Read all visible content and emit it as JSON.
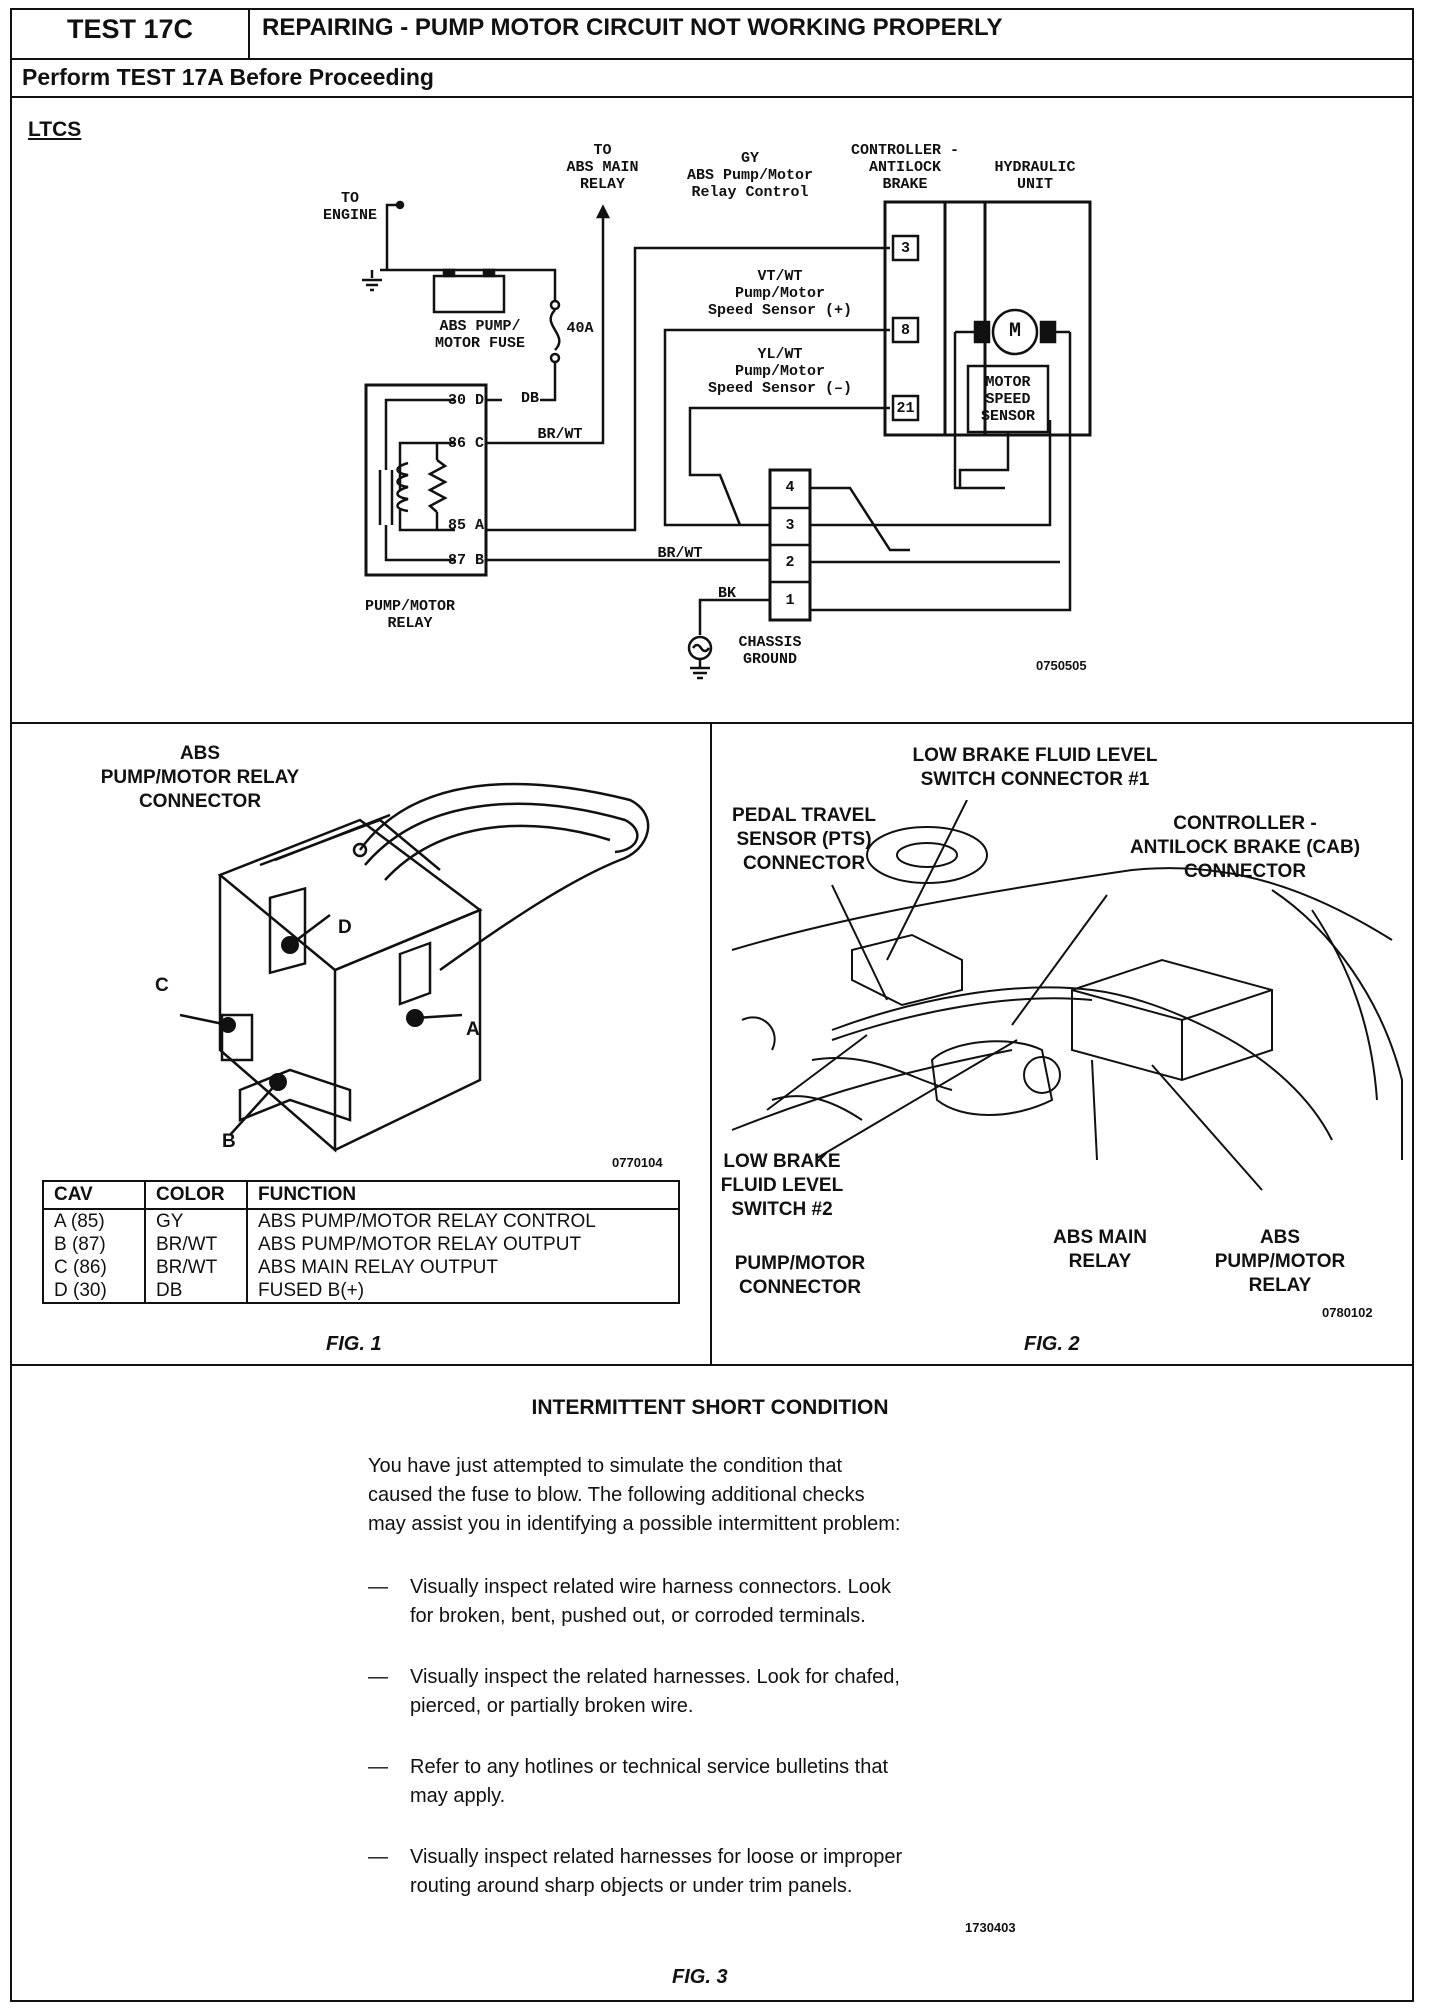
{
  "header": {
    "test_id": "TEST 17C",
    "title": "REPAIRING - PUMP MOTOR CIRCUIT NOT WORKING PROPERLY",
    "prerequisite": "Perform TEST 17A Before Proceeding"
  },
  "schematic": {
    "section_label": "LTCS",
    "to_engine": [
      "TO",
      "ENGINE"
    ],
    "to_abs_main_relay": [
      "TO",
      "ABS MAIN",
      "RELAY"
    ],
    "controller": [
      "CONTROLLER -",
      "ANTILOCK",
      "BRAKE"
    ],
    "hydraulic_unit": [
      "HYDRAULIC",
      "UNIT"
    ],
    "gy_label": [
      "GY",
      "ABS Pump/Motor",
      "Relay Control"
    ],
    "vtwt_label": [
      "VT/WT",
      "Pump/Motor",
      "Speed Sensor (+)"
    ],
    "ylwt_label": [
      "YL/WT",
      "Pump/Motor",
      "Speed Sensor (–)"
    ],
    "controller_pins": [
      "3",
      "8",
      "21"
    ],
    "fuse_label": [
      "ABS PUMP/",
      "MOTOR FUSE"
    ],
    "fuse_rating": "40A",
    "relay_pins": [
      {
        "num": "30",
        "letter": "D"
      },
      {
        "num": "86",
        "letter": "C"
      },
      {
        "num": "85",
        "letter": "A"
      },
      {
        "num": "87",
        "letter": "B"
      }
    ],
    "wire_db": "DB",
    "wire_brwt_upper": "BR/WT",
    "wire_brwt_lower": "BR/WT",
    "wire_bk": "BK",
    "relay_label": [
      "PUMP/MOTOR",
      "RELAY"
    ],
    "connector_pins": [
      "4",
      "3",
      "2",
      "1"
    ],
    "motor_symbol": "M",
    "motor_speed_sensor": [
      "MOTOR",
      "SPEED",
      "SENSOR"
    ],
    "chassis_ground": [
      "CHASSIS",
      "GROUND"
    ],
    "figure_code": "0750505"
  },
  "fig1": {
    "title": [
      "ABS",
      "PUMP/MOTOR RELAY",
      "CONNECTOR"
    ],
    "callouts": [
      "A",
      "B",
      "C",
      "D"
    ],
    "figure_code": "0770104",
    "table": {
      "headers": [
        "CAV",
        "COLOR",
        "FUNCTION"
      ],
      "rows": [
        [
          "A (85)",
          "GY",
          "ABS PUMP/MOTOR RELAY CONTROL"
        ],
        [
          "B (87)",
          "BR/WT",
          "ABS PUMP/MOTOR RELAY OUTPUT"
        ],
        [
          "C (86)",
          "BR/WT",
          "ABS MAIN RELAY OUTPUT"
        ],
        [
          "D (30)",
          "DB",
          "FUSED B(+)"
        ]
      ]
    },
    "caption": "FIG. 1"
  },
  "fig2": {
    "labels": {
      "lbfl1": [
        "LOW BRAKE FLUID LEVEL",
        "SWITCH CONNECTOR #1"
      ],
      "pts": [
        "PEDAL TRAVEL",
        "SENSOR (PTS)",
        "CONNECTOR"
      ],
      "cab": [
        "CONTROLLER -",
        "ANTILOCK BRAKE (CAB)",
        "CONNECTOR"
      ],
      "lbfl2": [
        "LOW BRAKE",
        "FLUID LEVEL",
        "SWITCH #2"
      ],
      "pump_conn": [
        "PUMP/MOTOR",
        "CONNECTOR"
      ],
      "abs_main": [
        "ABS MAIN",
        "RELAY"
      ],
      "abs_pump": [
        "ABS",
        "PUMP/MOTOR",
        "RELAY"
      ]
    },
    "figure_code": "0780102",
    "caption": "FIG. 2"
  },
  "fig3": {
    "heading": "INTERMITTENT SHORT CONDITION",
    "intro": [
      "You have just attempted to simulate the condition that",
      "caused the fuse to blow. The following additional checks",
      "may assist you in identifying a possible intermittent problem:"
    ],
    "bullets": [
      [
        "Visually inspect related wire harness connectors. Look",
        "for broken, bent, pushed out, or corroded terminals."
      ],
      [
        "Visually inspect the related harnesses. Look for chafed,",
        "pierced, or partially broken wire."
      ],
      [
        "Refer to any hotlines or technical service bulletins that",
        "may apply."
      ],
      [
        "Visually inspect related harnesses for loose or improper",
        "routing around sharp objects or under trim panels."
      ]
    ],
    "bullet_mark": "—",
    "figure_code": "1730403",
    "caption": "FIG. 3"
  }
}
